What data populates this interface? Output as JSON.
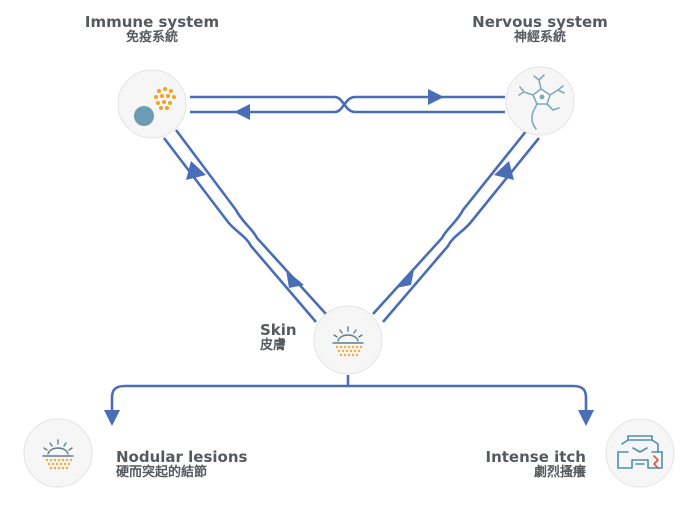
{
  "nodes": {
    "immune": {
      "label_en": "Immune system",
      "label_zh": "免疫系統",
      "icon": "immune-cells-icon"
    },
    "nervous": {
      "label_en": "Nervous system",
      "label_zh": "神經系統",
      "icon": "neuron-icon"
    },
    "skin": {
      "label_en": "Skin",
      "label_zh": "皮膚",
      "icon": "skin-icon"
    },
    "nodular": {
      "label_en": "Nodular lesions",
      "label_zh": "硬而突起的結節",
      "icon": "nodular-lesion-icon"
    },
    "itch": {
      "label_en": "Intense itch",
      "label_zh": "劇烈搔癢",
      "icon": "scratching-itch-icon"
    }
  },
  "colors": {
    "arrow": "#4a6db8",
    "neuron": "#7fa9bd",
    "immune_dots": "#f0a522",
    "immune_cell": "#6b9cb3",
    "skin_rays": "#5f7e8f",
    "skin_dots": "#f2a93b",
    "circle_fill": "#f6f6f6",
    "circle_stroke": "#e3e3e3",
    "text": "#555a60"
  }
}
